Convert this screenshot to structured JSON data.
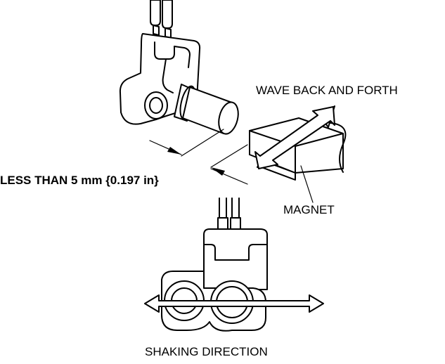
{
  "labels": {
    "wave": "WAVE BACK AND FORTH",
    "gap": "LESS THAN 5 mm {0.197 in}",
    "magnet": "MAGNET",
    "shaking": "SHAKING DIRECTION"
  },
  "colors": {
    "ink": "#000000",
    "paper": "#ffffff"
  }
}
